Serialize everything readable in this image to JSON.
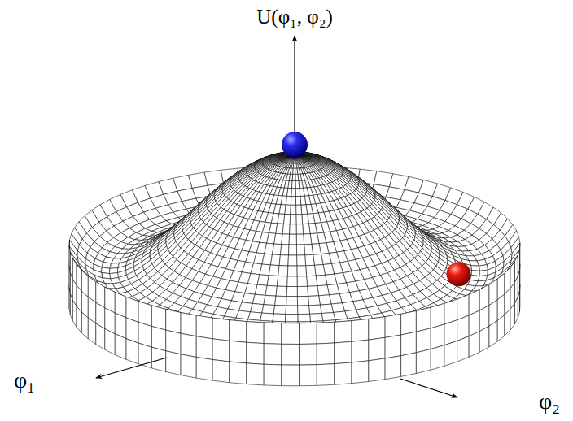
{
  "diagram": {
    "labels": [
      "U(φ₁, φ₂)",
      "φ₁",
      "φ₂"
    ]
  }
}
